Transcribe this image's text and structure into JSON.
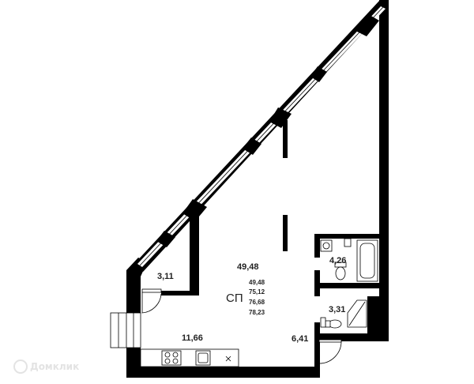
{
  "plan": {
    "rooms": {
      "main_area": "49,48",
      "balcony_area": "3,11",
      "kitchen_area": "11,66",
      "hall_area": "6,41",
      "bathroom_area": "4,26",
      "wc_area": "3,31"
    },
    "unit_code": "СП",
    "summary_areas": [
      "49,48",
      "75,12",
      "76,68",
      "78,23"
    ]
  },
  "watermark": {
    "text": "Домклик"
  },
  "colors": {
    "wall": "#000000",
    "background": "#ffffff",
    "window": "#ffffff",
    "watermark": "#e3e3e3"
  }
}
